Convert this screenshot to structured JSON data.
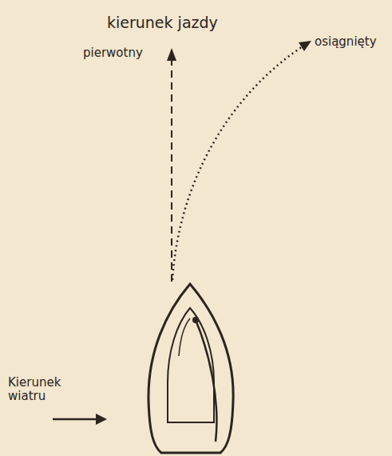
{
  "diagram": {
    "labels": [
      "kierunek jazdy",
      "pierwotny",
      "osiągnięty",
      "Kierunek wiatru"
    ]
  }
}
